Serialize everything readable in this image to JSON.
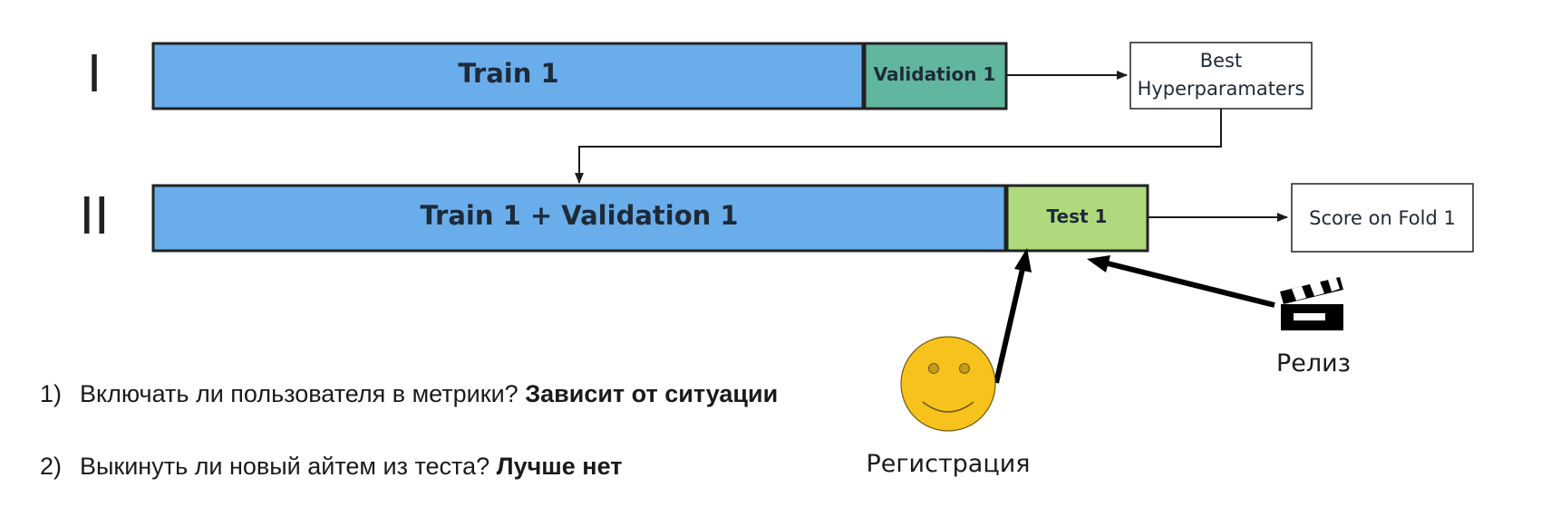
{
  "rows": {
    "row1_label": "I",
    "row2_label": "II"
  },
  "row1": {
    "train_label": "Train 1",
    "validation_label": "Validation 1",
    "result_line1": "Best",
    "result_line2": "Hyperparamaters"
  },
  "row2": {
    "train_label": "Train 1 + Validation 1",
    "test_label": "Test 1",
    "result_label": "Score on Fold 1"
  },
  "actors": {
    "registration_label": "Регистрация",
    "release_label": "Релиз",
    "registration_icon": "smiley-face-icon",
    "release_icon": "clapperboard-icon"
  },
  "questions": [
    {
      "number": "1)",
      "text": "Включать ли пользователя в метрики? ",
      "answer": "Зависит от ситуации"
    },
    {
      "number": "2)",
      "text": "Выкинуть ли новый айтем из теста? ",
      "answer": "Лучше нет"
    }
  ],
  "colors": {
    "train": "#6aadeb",
    "validation": "#61b6a0",
    "test": "#b0d97d",
    "smiley": "#f7c21c"
  }
}
